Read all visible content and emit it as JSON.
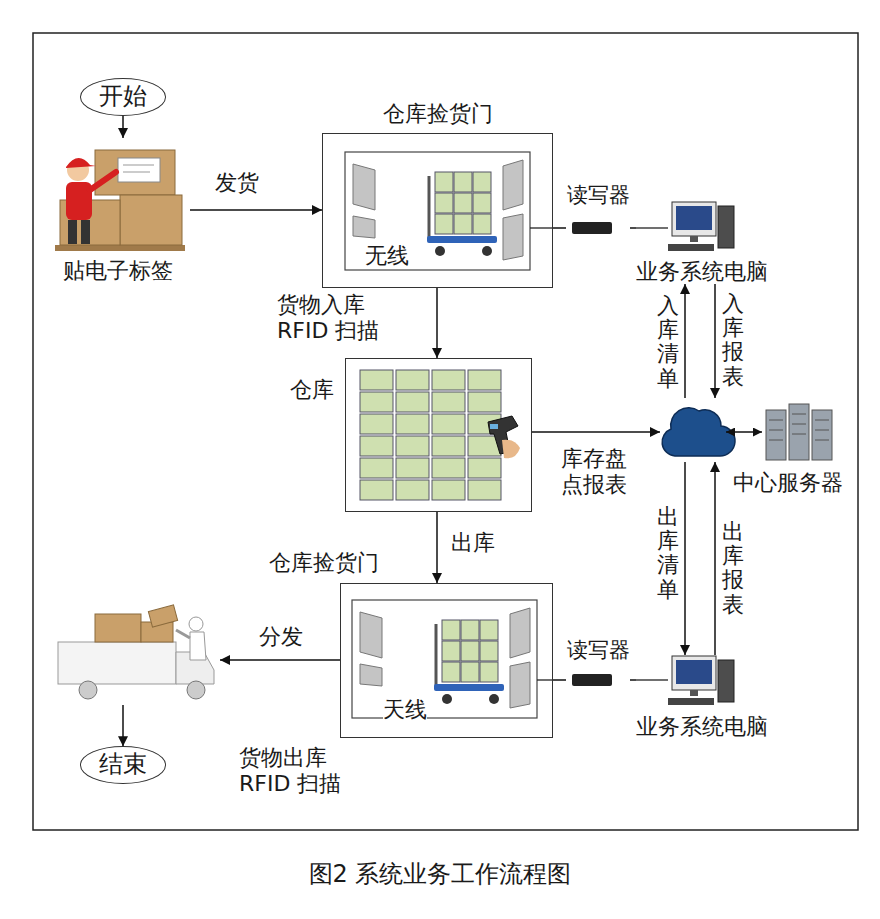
{
  "diagram": {
    "caption": "图2 系统业务工作流程图",
    "nodes": [
      {
        "text": [
          "开始"
        ]
      },
      {
        "text": [
          "贴电子标签"
        ]
      },
      {
        "text": [
          "仓库捡货门",
          "无线"
        ]
      },
      {
        "text": [
          "读写器"
        ]
      },
      {
        "text": [
          "业务系统电脑"
        ]
      },
      {
        "text": [
          "仓库"
        ]
      },
      {
        "text": [
          "中心服务器"
        ]
      },
      {
        "text": [
          "仓库捡货门",
          "天线"
        ]
      },
      {
        "text": [
          "读写器"
        ]
      },
      {
        "text": [
          "业务系统电脑"
        ]
      },
      {
        "text": []
      },
      {
        "text": [
          "结束"
        ]
      }
    ],
    "edges": [
      {
        "from": 0,
        "to": 1,
        "arrow": "to"
      },
      {
        "from": 1,
        "to": 2,
        "label": "发货",
        "arrow": "to"
      },
      {
        "from": 2,
        "to": 3,
        "arrow": "none"
      },
      {
        "from": 3,
        "to": 4,
        "arrow": "none"
      },
      {
        "from": 2,
        "to": 5,
        "arrow": "to"
      },
      {
        "from": 6,
        "to": 4,
        "label": "入库清单",
        "arrow": "to"
      },
      {
        "from": 4,
        "to": 6,
        "label": "入库报表",
        "arrow": "to"
      },
      {
        "from": 5,
        "to": 6,
        "label": "库存盘点报表",
        "arrow": "to"
      },
      {
        "from": 5,
        "to": 7,
        "label": "出库",
        "arrow": "to"
      },
      {
        "from": 6,
        "to": 9,
        "label": "出库清单",
        "arrow": "to"
      },
      {
        "from": 9,
        "to": 6,
        "label": "出库报表",
        "arrow": "to"
      },
      {
        "from": 7,
        "to": 8,
        "arrow": "none"
      },
      {
        "from": 8,
        "to": 9,
        "arrow": "none"
      },
      {
        "from": 7,
        "to": 10,
        "label": "分发",
        "arrow": "to"
      },
      {
        "from": 10,
        "to": 11,
        "arrow": "to"
      }
    ],
    "labels": [
      "货物入库 RFID 扫描",
      "货物出库 RFID 扫描"
    ]
  }
}
